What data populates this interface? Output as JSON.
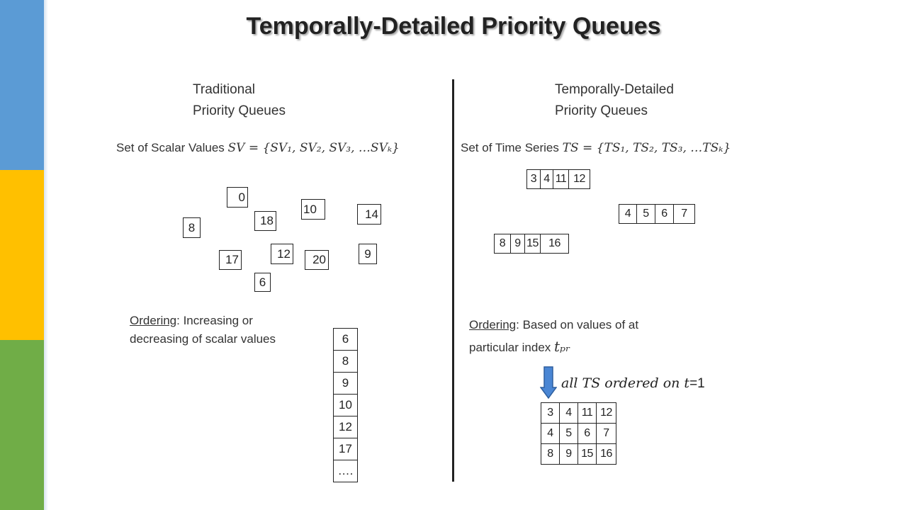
{
  "title": "Temporally-Detailed Priority Queues",
  "left": {
    "heading_line1": "Traditional",
    "heading_line2": "Priority Queues",
    "set_prefix": "Set of Scalar Values ",
    "set_math": "SV = {SV₁, SV₂, SV₃, …SVₖ}",
    "scattered_values": [
      "0",
      "10",
      "14",
      "8",
      "18",
      "17",
      "12",
      "20",
      "9",
      "6"
    ],
    "ordering_label": "Ordering",
    "ordering_line1_rest": ": Increasing or",
    "ordering_line2": "decreasing of scalar values",
    "sorted_values": [
      "6",
      "8",
      "9",
      "10",
      "12",
      "17",
      "…."
    ]
  },
  "right": {
    "heading_line1": "Temporally-Detailed",
    "heading_line2": "Priority Queues",
    "set_prefix": "Set  of Time Series ",
    "set_math": "TS = {TS₁, TS₂, TS₃, …TSₖ}",
    "series": [
      [
        "3",
        "4",
        "11",
        "12"
      ],
      [
        "4",
        "5",
        "6",
        "7"
      ],
      [
        "8",
        "9",
        "15",
        "16"
      ]
    ],
    "ordering_label": "Ordering",
    "ordering_line1_rest": ": Based on values of at",
    "ordering_line2_text": "particular index ",
    "ordering_line2_math": "tₚᵣ",
    "arrow_math": "all TS ordered on t",
    "arrow_suffix": "=1",
    "ordered_series": [
      [
        "3",
        "4",
        "11",
        "12"
      ],
      [
        "4",
        "5",
        "6",
        "7"
      ],
      [
        "8",
        "9",
        "15",
        "16"
      ]
    ]
  },
  "colors": {
    "bar_blue": "#5b9bd5",
    "bar_yellow": "#ffc000",
    "bar_green": "#70ad47",
    "arrow_fill": "#4a86d4"
  }
}
